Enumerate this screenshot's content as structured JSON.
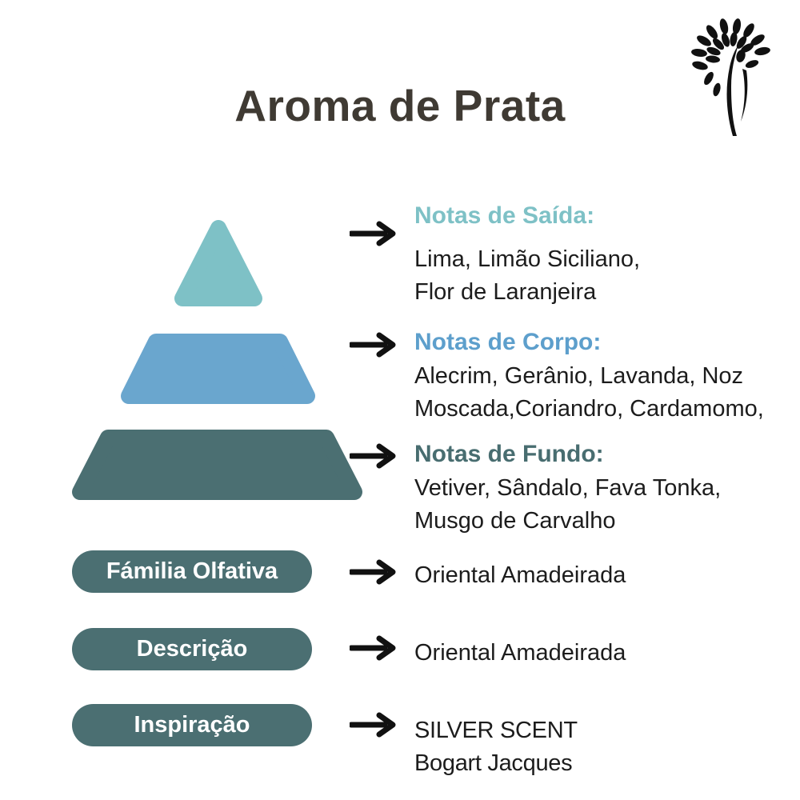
{
  "header": {
    "title": "Aroma de Prata"
  },
  "logo": {
    "name": "tree-logo"
  },
  "colors": {
    "top_segment": "#7ec1c6",
    "middle_segment": "#6aa6ce",
    "bottom_segment": "#4b6f72",
    "pill_background": "#4b6f72",
    "pill_text": "#ffffff",
    "title_text": "#3f3a33",
    "body_text": "#1c1c1c",
    "arrow": "#111111"
  },
  "icons": {
    "arrow": "arrow-right",
    "logo": "tree"
  },
  "pyramid": {
    "sections": [
      {
        "heading": "Notas de Saída:",
        "lines": [
          "Lima, Limão Siciliano,",
          "Flor de Laranjeira"
        ]
      },
      {
        "heading": "Notas de Corpo:",
        "lines": [
          "Alecrim, Gerânio, Lavanda, Noz",
          "Moscada,Coriandro, Cardamomo,"
        ]
      },
      {
        "heading": "Notas de Fundo:",
        "lines": [
          "Vetiver, Sândalo, Fava Tonka,",
          "Musgo de Carvalho"
        ]
      }
    ]
  },
  "attributes": [
    {
      "label": "Fámilia Olfativa",
      "value_lines": [
        "Oriental Amadeirada",
        ""
      ]
    },
    {
      "label": "Descrição",
      "value_lines": [
        "Oriental Amadeirada",
        ""
      ]
    },
    {
      "label": "Inspiração",
      "value_lines": [
        "SILVER SCENT",
        "Bogart Jacques"
      ]
    }
  ]
}
